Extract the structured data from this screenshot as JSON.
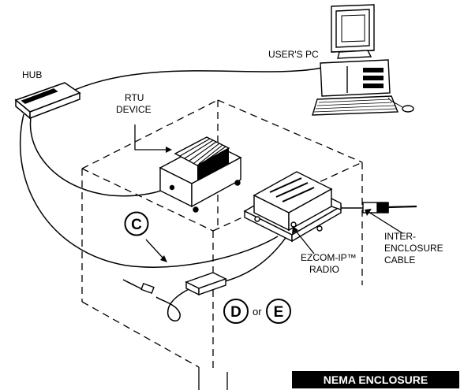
{
  "labels": {
    "hub": "HUB",
    "users_pc": "USER'S PC",
    "rtu_line1": "RTU",
    "rtu_line2": "DEVICE",
    "radio_line1": "EZCOM-IP™",
    "radio_line2": "RADIO",
    "cable_line1": "INTER-",
    "cable_line2": "ENCLOSURE",
    "cable_line3": "CABLE",
    "callout_c": "C",
    "callout_d": "D",
    "callout_or": "or",
    "callout_e": "E",
    "enclosure_banner": "NEMA ENCLOSURE"
  },
  "colors": {
    "line": "#000000",
    "fill": "#ffffff",
    "banner_bg": "#000000",
    "banner_text": "#ffffff"
  }
}
